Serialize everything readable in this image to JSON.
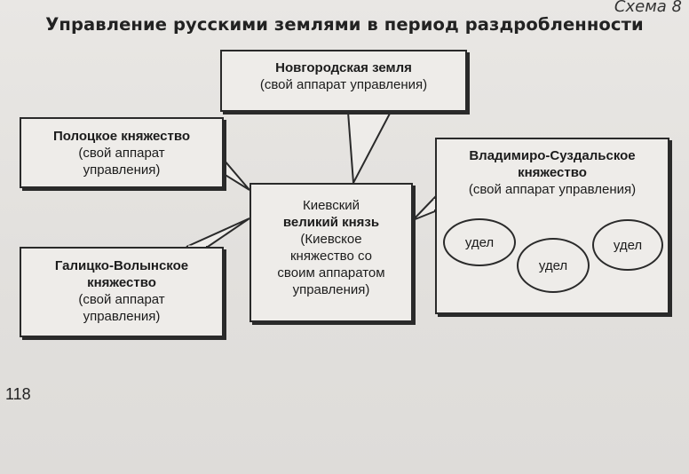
{
  "header": {
    "schema_label": "Схема 8",
    "title": "Управление русскими землями в период раздробленности"
  },
  "nodes": {
    "novgorod": {
      "name": "Новгородская земля",
      "sub": "(свой аппарат управления)"
    },
    "polotsk": {
      "name": "Полоцкое княжество",
      "sub": [
        "(свой аппарат",
        "управления)"
      ]
    },
    "kiev": {
      "name": [
        "Киевский",
        "великий князь"
      ],
      "sub": [
        "(Киевское",
        "княжество со",
        "своим аппаратом",
        "управления)"
      ]
    },
    "galich": {
      "name": [
        "Галицко-Волынское",
        "княжество"
      ],
      "sub": [
        "(свой аппарат",
        "управления)"
      ]
    },
    "vladimir": {
      "name": [
        "Владимиро-Суздальское",
        "княжество"
      ],
      "sub": "(свой аппарат управления)",
      "appanages": [
        "удел",
        "удел",
        "удел"
      ]
    }
  },
  "footer": {
    "page_number": "118"
  }
}
